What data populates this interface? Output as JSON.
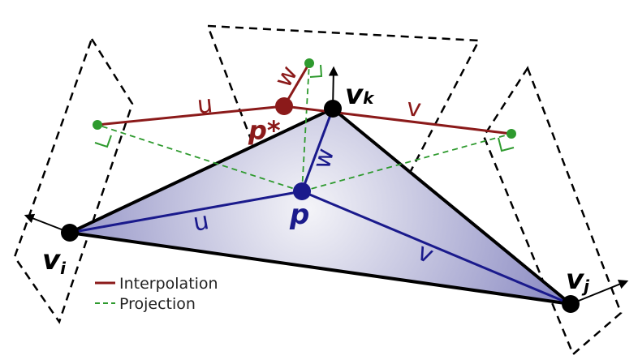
{
  "diagram": {
    "vertices": {
      "vi": {
        "letter": "v",
        "subscript": "i"
      },
      "vj": {
        "letter": "v",
        "subscript": "j"
      },
      "vk": {
        "letter": "v",
        "subscript": "k"
      }
    },
    "point_p": "p",
    "point_p_star": "p*",
    "interp_labels": {
      "u": "u",
      "v": "v",
      "w": "w"
    },
    "bary_labels": {
      "u": "u",
      "v": "v",
      "w": "w"
    },
    "legend": {
      "interpolation": "Interpolation",
      "projection": "Projection"
    },
    "colors": {
      "interpolation": "#8b1a1a",
      "projection": "#2e9a2e",
      "barycentric": "#1a1a8c",
      "triangle_fill_center": "#f4f4f8",
      "triangle_fill_edge": "#8e8ec4",
      "edge": "#000000"
    }
  }
}
